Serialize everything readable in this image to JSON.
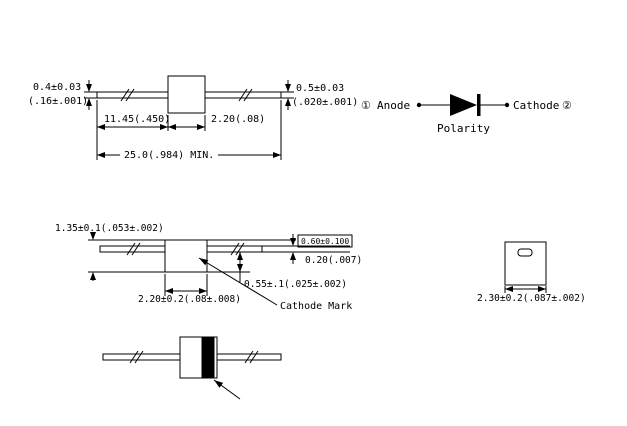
{
  "page": {
    "background_color": "#ffffff",
    "line_color": "#000000"
  },
  "top_view": {
    "left_lead_dia_mm": "0.4±0.03",
    "left_lead_dia_in": "(.16±.001)",
    "right_lead_dia_mm": "0.5±0.03",
    "right_lead_dia_in": "(.020±.001)",
    "lead_length": "11.45(.450)",
    "body_length": "2.20(.08)",
    "overall_length": "25.0(.984) MIN."
  },
  "schematic": {
    "pin1_marker": "①",
    "anode_label": "Anode",
    "cathode_label": "Cathode",
    "pin2_marker": "②",
    "polarity_label": "Polarity"
  },
  "side_view": {
    "body_height": "1.35±0.1(.053±.002)",
    "mark_length": "0.60±0.100",
    "lead_thickness": "0.20(.007)",
    "lead_offset": "0.55±.1(.025±.002)",
    "body_length": "2.20±0.2(.08±.008)",
    "cathode_mark_label": "Cathode Mark"
  },
  "end_view": {
    "body_width": "2.30±0.2(.087±.002)"
  }
}
